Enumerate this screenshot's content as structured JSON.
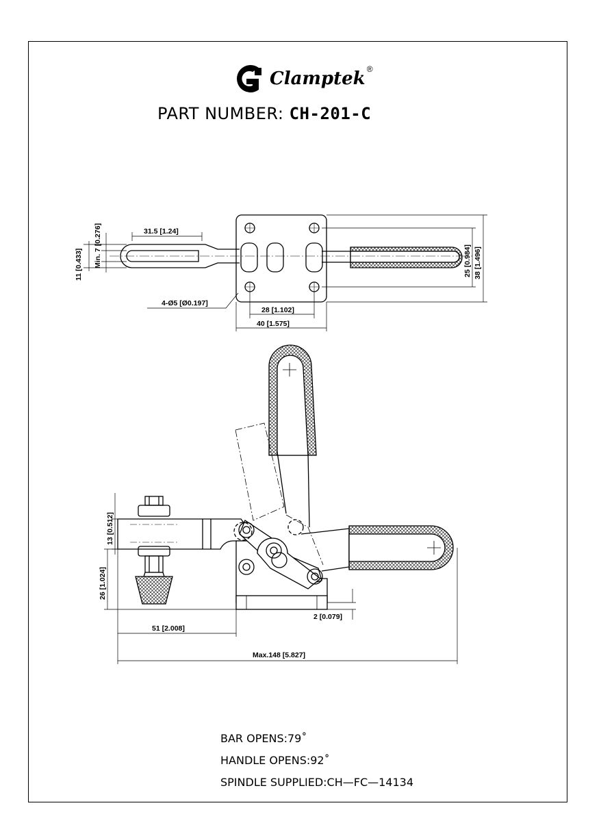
{
  "header": {
    "brand": "Clamptek",
    "reg_mark": "®",
    "part_label": "PART NUMBER: ",
    "part_number": "CH-201-C"
  },
  "dimensions": {
    "handle_length": "31.5 [1.24]",
    "handle_width": "11 [0.433]",
    "handle_min": "Min. 7 [0.276]",
    "holes": "4-Ø5 [Ø0.197]",
    "hole_spacing_x": "28 [1.102]",
    "base_width": "40 [1.575]",
    "hole_spacing_y": "25 [0.984]",
    "base_depth": "38 [1.496]",
    "bar_height": "13 [0.512]",
    "spindle_height": "26 [1.024]",
    "reach": "51 [2.008]",
    "base_thickness": "2 [0.079]",
    "overall_length": "Max.148 [5.827]"
  },
  "specs": {
    "bar_opens": "BAR  OPENS:79˚",
    "handle_opens": "HANDLE  OPENS:92˚",
    "spindle": "SPINDLE  SUPPLIED:CH—FC—14134"
  }
}
